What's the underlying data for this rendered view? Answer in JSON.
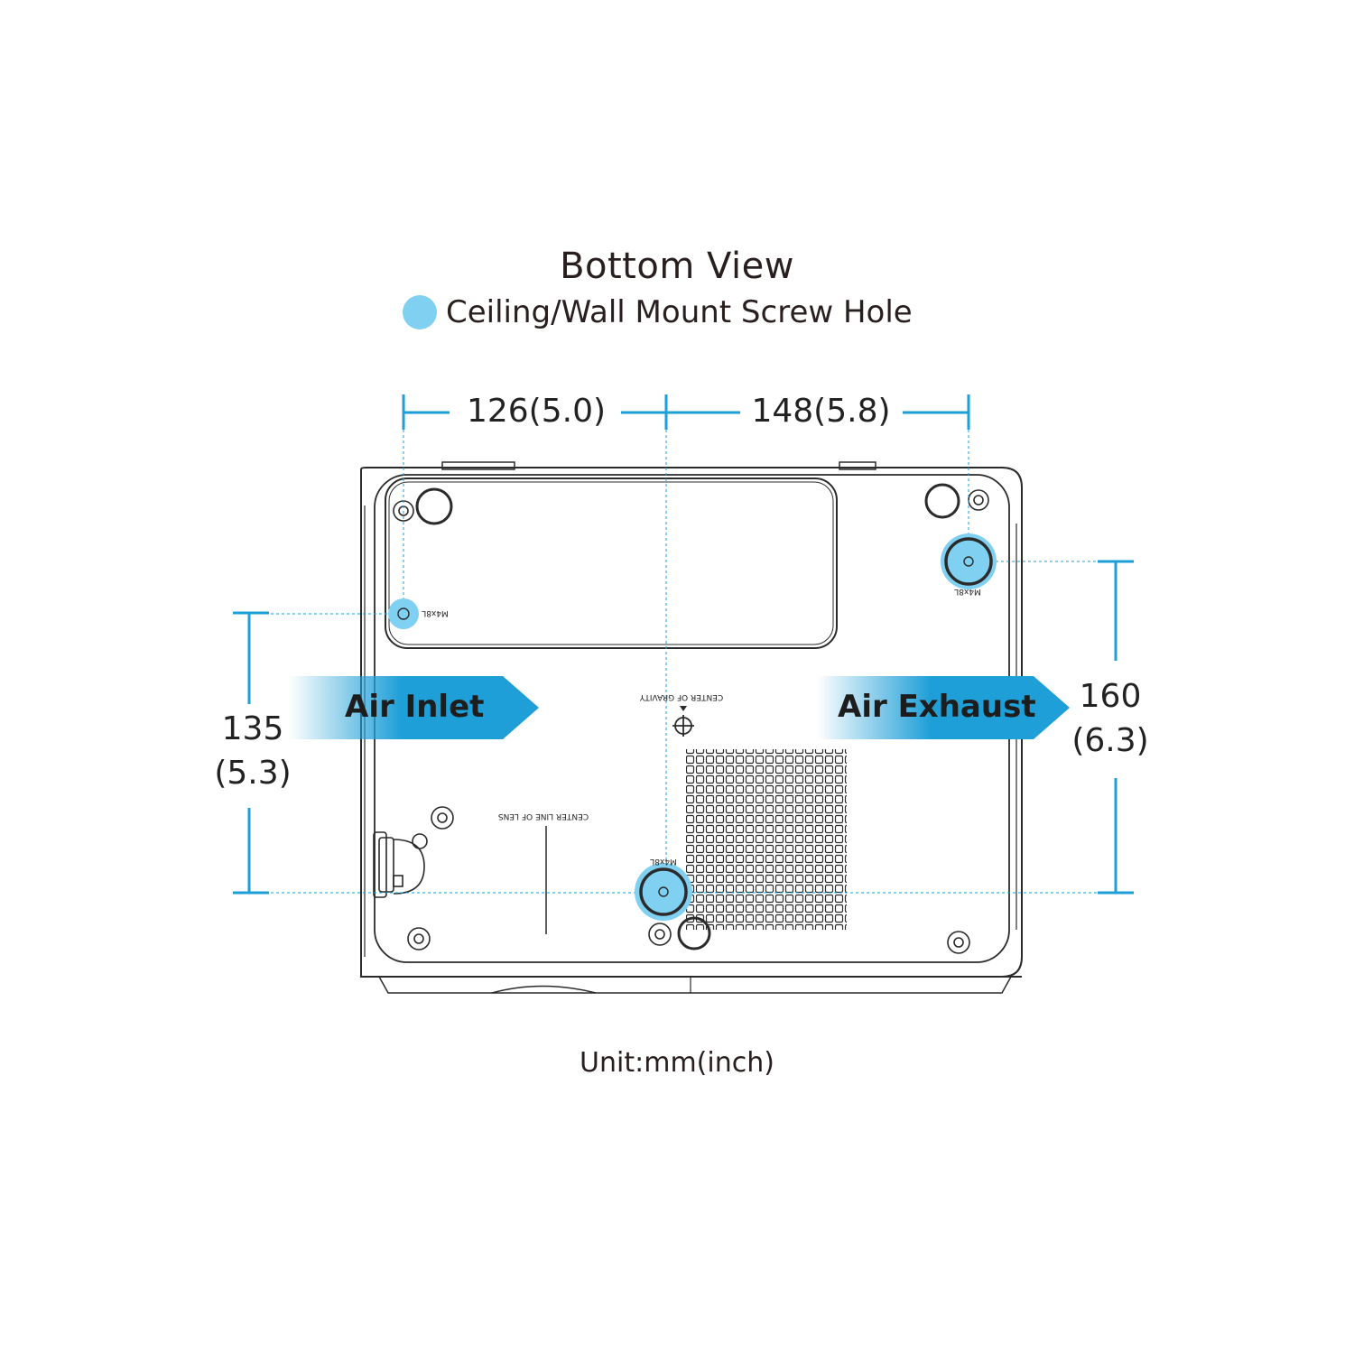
{
  "title": "Bottom View",
  "legend": {
    "label": "Ceiling/Wall Mount Screw Hole",
    "color": "#7fd0f1"
  },
  "dimensions": {
    "top_left": "126(5.0)",
    "top_right": "148(5.8)",
    "left_value": "135",
    "left_inch": "(5.3)",
    "right_value": "160",
    "right_inch": "(6.3)"
  },
  "arrows": {
    "inlet": "Air Inlet",
    "exhaust": "Air Exhaust",
    "color": "#1e9fd8"
  },
  "labels": {
    "center_of_gravity": "CENTER OF GRAVITY",
    "center_line_of_lens": "CENTER LINE OF LENS",
    "screw": "M4x8L"
  },
  "unit": "Unit:mm(inch)",
  "colors": {
    "dimension_line": "#1e9fd8",
    "outline": "#2b2b2b"
  }
}
